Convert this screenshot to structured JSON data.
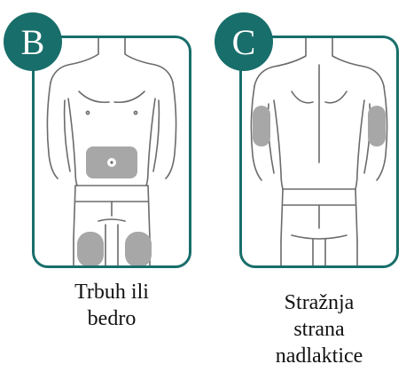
{
  "colors": {
    "accent": "#186e6a",
    "site": "#a7a7a7",
    "outline": "#6b6b6b"
  },
  "panels": [
    {
      "badge": "B",
      "caption_line1": "Trbuh ili",
      "caption_line2": "bedro",
      "caption_line3": ""
    },
    {
      "badge": "C",
      "caption_line1": "Stražnja",
      "caption_line2": "strana",
      "caption_line3": "nadlaktice"
    }
  ]
}
